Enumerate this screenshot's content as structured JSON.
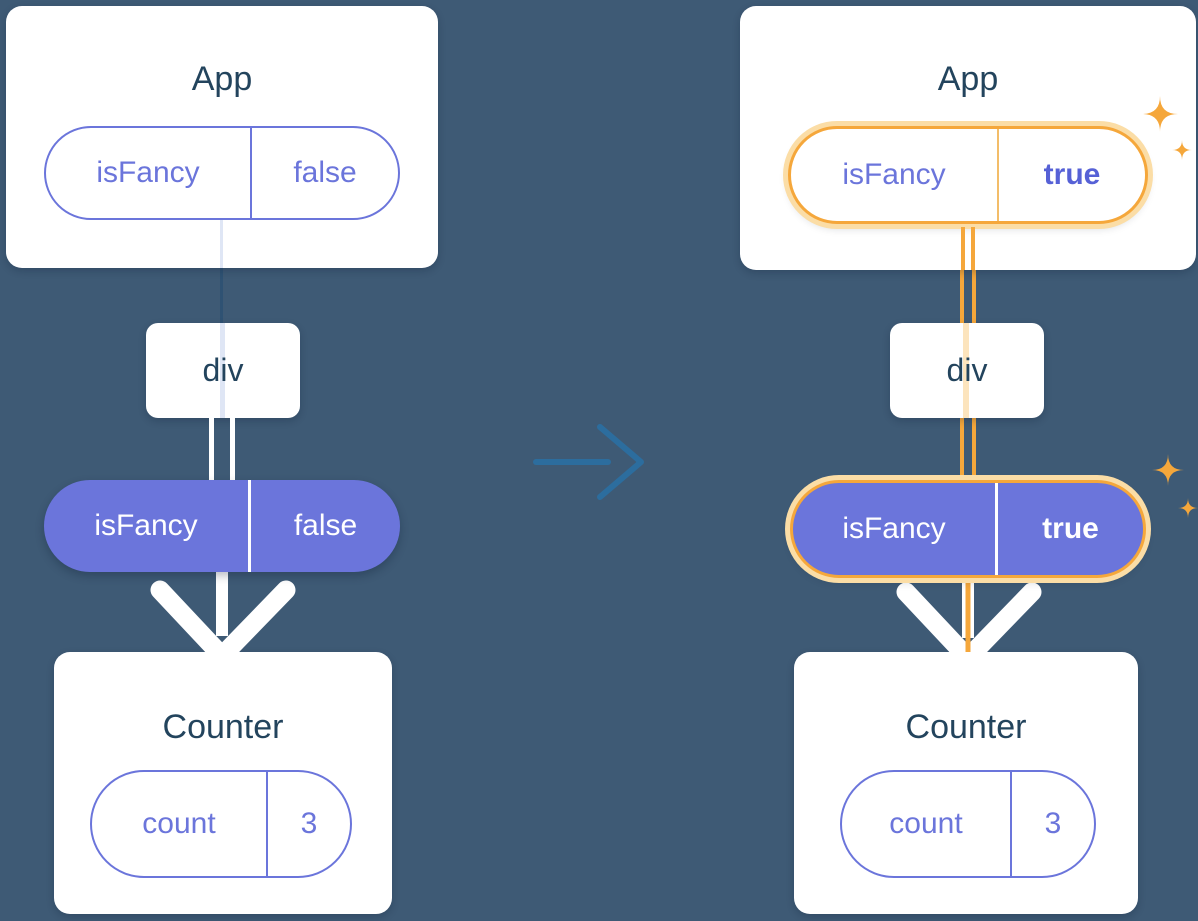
{
  "colors": {
    "background": "#3e5a75",
    "card": "#ffffff",
    "text_dark": "#23445d",
    "purple": "#6b75db",
    "purple_bold": "#5661d6",
    "orange": "#f5a73b",
    "orange_glow": "#fbdda6",
    "divider_orange": "#f3bd69",
    "stripe_blue": "#dfe6f5",
    "stripe_orange": "#fce4bd",
    "edge": "#2f5273",
    "arrow_blue": "#2c6d9e",
    "arrow_white": "#ffffff"
  },
  "left_tree": {
    "app": {
      "title": "App",
      "state": {
        "key": "isFancy",
        "value": "false"
      }
    },
    "div": {
      "label": "div"
    },
    "prop": {
      "key": "isFancy",
      "value": "false"
    },
    "counter": {
      "title": "Counter",
      "state": {
        "key": "count",
        "value": "3"
      }
    }
  },
  "right_tree": {
    "app": {
      "title": "App",
      "state": {
        "key": "isFancy",
        "value": "true"
      }
    },
    "div": {
      "label": "div"
    },
    "prop": {
      "key": "isFancy",
      "value": "true"
    },
    "counter": {
      "title": "Counter",
      "state": {
        "key": "count",
        "value": "3"
      }
    }
  },
  "icons": {
    "sparkle": "✦",
    "transition_arrow": "→",
    "flow_arrow": "↓"
  }
}
